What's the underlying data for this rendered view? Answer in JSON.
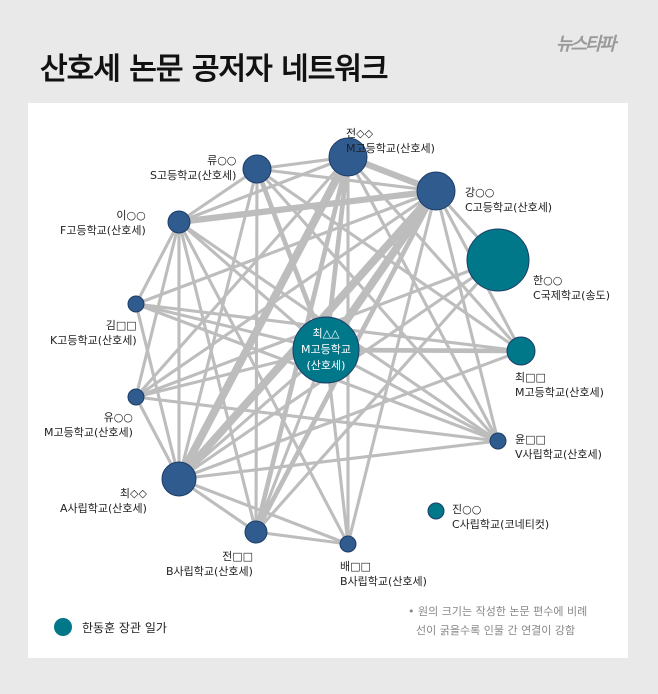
{
  "title": "산호세 논문 공저자 네트워크",
  "logo": "뉴스타파",
  "colors": {
    "family": "#00788a",
    "other": "#2f5b8f",
    "edge": "#bdbdbd"
  },
  "nodes": [
    {
      "id": "ryu",
      "name": "류○○",
      "school": "S고등학교(산호세)",
      "group": "other"
    },
    {
      "id": "jeon1",
      "name": "전◇◇",
      "school": "M고등학교(산호세)",
      "group": "other"
    },
    {
      "id": "kang",
      "name": "강○○",
      "school": "C고등학교(산호세)",
      "group": "other"
    },
    {
      "id": "han",
      "name": "한○○",
      "school": "C국제학교(송도)",
      "group": "family"
    },
    {
      "id": "lee",
      "name": "이○○",
      "school": "F고등학교(산호세)",
      "group": "other"
    },
    {
      "id": "kim",
      "name": "김□□",
      "school": "K고등학교(산호세)",
      "group": "other"
    },
    {
      "id": "choi_c",
      "name": "최△△",
      "school": "M고등학교",
      "school2": "(산호세)",
      "group": "family"
    },
    {
      "id": "choi2",
      "name": "최□□",
      "school": "M고등학교(산호세)",
      "group": "family"
    },
    {
      "id": "yoo",
      "name": "유○○",
      "school": "M고등학교(산호세)",
      "group": "other"
    },
    {
      "id": "yoon",
      "name": "윤□□",
      "school": "V사립학교(산호세)",
      "group": "other"
    },
    {
      "id": "choi3",
      "name": "최◇◇",
      "school": "A사립학교(산호세)",
      "group": "other"
    },
    {
      "id": "jin",
      "name": "진○○",
      "school": "C사립학교(코네티컷)",
      "group": "family"
    },
    {
      "id": "jeon2",
      "name": "전□□",
      "school": "B사립학교(산호세)",
      "group": "other"
    },
    {
      "id": "bae",
      "name": "배□□",
      "school": "B사립학교(산호세)",
      "group": "other"
    }
  ],
  "edges": [
    [
      "choi_c",
      "kang",
      4
    ],
    [
      "choi3",
      "kang",
      4
    ],
    [
      "choi3",
      "jeon1",
      4
    ],
    [
      "jeon1",
      "kang",
      3
    ],
    [
      "lee",
      "kang",
      3
    ],
    [
      "ryu",
      "choi_c",
      2
    ],
    [
      "jeon1",
      "choi_c",
      2
    ],
    [
      "jeon2",
      "kang",
      2
    ],
    [
      "jeon2",
      "jeon1",
      2
    ],
    [
      "choi_c",
      "choi2",
      2
    ],
    [
      "ryu",
      "jeon1",
      1
    ],
    [
      "ryu",
      "kang",
      1
    ],
    [
      "ryu",
      "lee",
      1
    ],
    [
      "ryu",
      "choi3",
      1
    ],
    [
      "ryu",
      "jeon2",
      1
    ],
    [
      "ryu",
      "choi2",
      1
    ],
    [
      "ryu",
      "yoon",
      1
    ],
    [
      "lee",
      "jeon1",
      1
    ],
    [
      "lee",
      "kim",
      1
    ],
    [
      "lee",
      "yoo",
      1
    ],
    [
      "lee",
      "choi3",
      1
    ],
    [
      "lee",
      "choi_c",
      1
    ],
    [
      "lee",
      "bae",
      1
    ],
    [
      "lee",
      "yoon",
      1
    ],
    [
      "lee",
      "jeon2",
      1
    ],
    [
      "kim",
      "kang",
      1
    ],
    [
      "kim",
      "choi_c",
      1
    ],
    [
      "kim",
      "choi3",
      1
    ],
    [
      "kim",
      "choi2",
      1
    ],
    [
      "kim",
      "yoon",
      1
    ],
    [
      "yoo",
      "kang",
      1
    ],
    [
      "yoo",
      "choi_c",
      1
    ],
    [
      "yoo",
      "han",
      1
    ],
    [
      "yoo",
      "yoon",
      1
    ],
    [
      "yoo",
      "choi3",
      1
    ],
    [
      "yoo",
      "jeon1",
      1
    ],
    [
      "choi3",
      "choi_c",
      1
    ],
    [
      "choi3",
      "han",
      1
    ],
    [
      "choi3",
      "choi2",
      1
    ],
    [
      "choi3",
      "yoon",
      1
    ],
    [
      "choi3",
      "jeon2",
      1
    ],
    [
      "choi3",
      "bae",
      1
    ],
    [
      "jeon2",
      "choi_c",
      1
    ],
    [
      "jeon2",
      "han",
      1
    ],
    [
      "jeon2",
      "bae",
      1
    ],
    [
      "bae",
      "kang",
      1
    ],
    [
      "bae",
      "jeon1",
      1
    ],
    [
      "bae",
      "choi_c",
      1
    ],
    [
      "kang",
      "han",
      1
    ],
    [
      "kang",
      "choi2",
      1
    ],
    [
      "kang",
      "yoon",
      1
    ],
    [
      "jeon1",
      "yoon",
      1
    ],
    [
      "jeon1",
      "choi2",
      1
    ],
    [
      "choi_c",
      "yoon",
      1
    ]
  ],
  "legend": {
    "label": "한동훈 장관 일가"
  },
  "notes": [
    "• 원의 크기는 작성한 논문 편수에 비례",
    "선이 굵을수록 인물 간 연결이 강함"
  ]
}
